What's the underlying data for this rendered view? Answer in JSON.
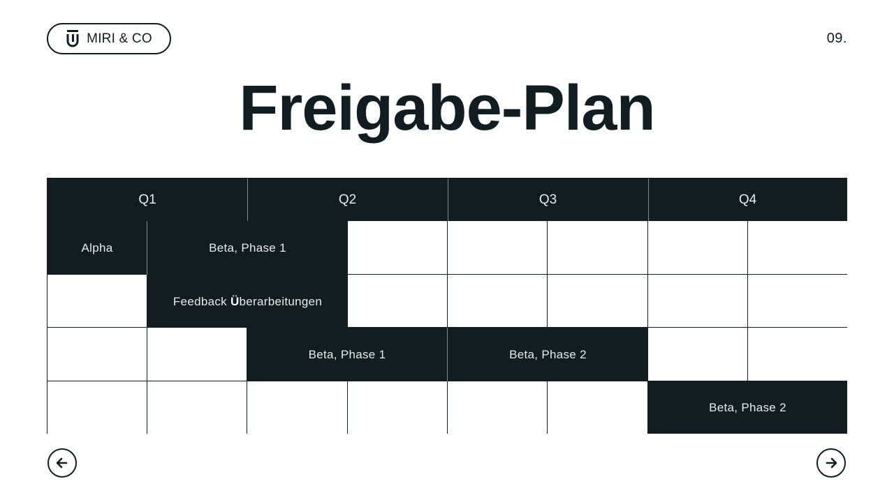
{
  "brand": {
    "name": "MIRI & CO",
    "icon": "logo-mark-icon"
  },
  "page_number": "09.",
  "title": "Freigabe-Plan",
  "quarters": [
    "Q1",
    "Q2",
    "Q3",
    "Q4"
  ],
  "bars": {
    "alpha": "Alpha",
    "beta_phase1_row1": "Beta, Phase 1",
    "feedback_prefix": "Feedback ",
    "feedback_bold": "Ü",
    "feedback_suffix": "berarbeitungen",
    "beta_phase1_row3": "Beta, Phase 1",
    "beta_phase2_row3": "Beta, Phase 2",
    "beta_phase2_row4": "Beta, Phase 2"
  },
  "nav": {
    "prev_icon": "arrow-left-icon",
    "next_icon": "arrow-right-icon"
  },
  "colors": {
    "dark": "#111d20",
    "light_text": "#e7ecec",
    "background": "#ffffff"
  }
}
